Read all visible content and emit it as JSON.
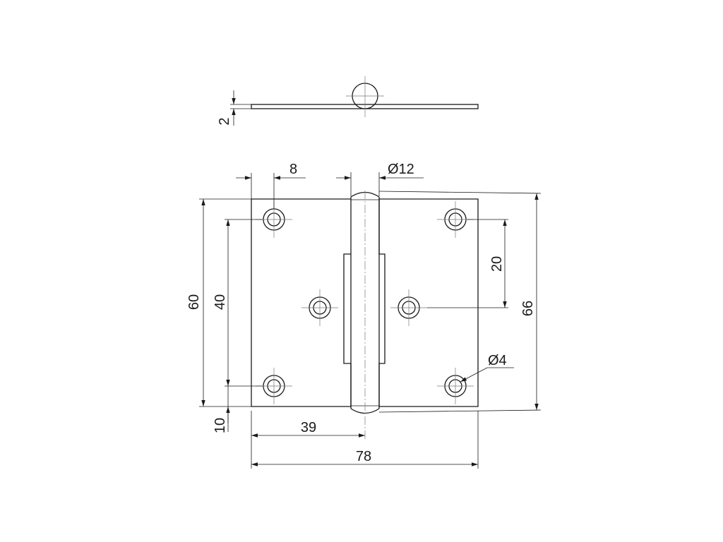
{
  "drawing": {
    "labels": {
      "thickness": "2",
      "edge_offset": "8",
      "pin_diameter": "Ø12",
      "height_60": "60",
      "height_40": "40",
      "pitch_20": "20",
      "height_66": "66",
      "hole_diameter": "Ø4",
      "bottom_10": "10",
      "half_width": "39",
      "total_width": "78"
    }
  }
}
